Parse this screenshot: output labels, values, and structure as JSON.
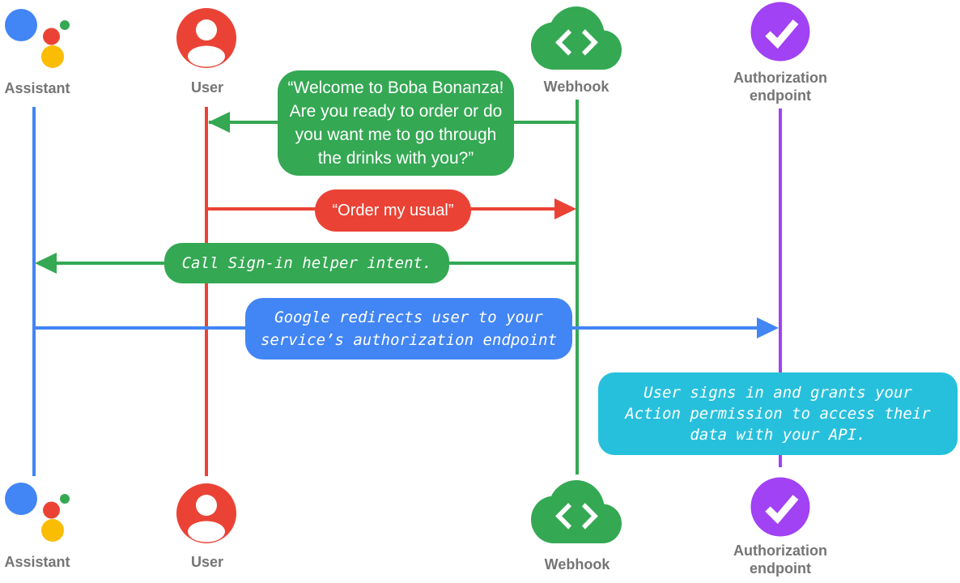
{
  "colors": {
    "blue": "#4285F4",
    "red": "#EA4335",
    "green": "#34A853",
    "yellow": "#FBBC04",
    "purple": "#A142F4",
    "cyan": "#27C0DC",
    "gray": "#757575"
  },
  "actors": {
    "assistant": {
      "label": "Assistant",
      "icon": "google-assistant-logo-icon"
    },
    "user": {
      "label": "User",
      "icon": "person-icon"
    },
    "webhook": {
      "label": "Webhook",
      "icon": "cloud-code-icon"
    },
    "auth": {
      "label": "Authorization\nendpoint",
      "icon": "checkmark-circle-icon"
    }
  },
  "messages": {
    "welcome": {
      "text": "“Welcome to Boba Bonanza!\nAre you ready to order or do\nyou want me to go through\nthe drinks with you?”",
      "from": "webhook",
      "to": "user",
      "color": "green"
    },
    "order": {
      "text": "“Order my usual”",
      "from": "user",
      "to": "webhook",
      "color": "red"
    },
    "signin": {
      "text": "Call Sign-in helper intent.",
      "from": "webhook",
      "to": "assistant",
      "color": "green"
    },
    "redirect": {
      "text": "Google redirects user to your\nservice’s authorization endpoint",
      "from": "assistant",
      "to": "auth",
      "color": "blue"
    },
    "note": {
      "text": "User signs in and grants your\nAction permission to access their\ndata with your API.",
      "on": "auth",
      "color": "cyan"
    }
  }
}
